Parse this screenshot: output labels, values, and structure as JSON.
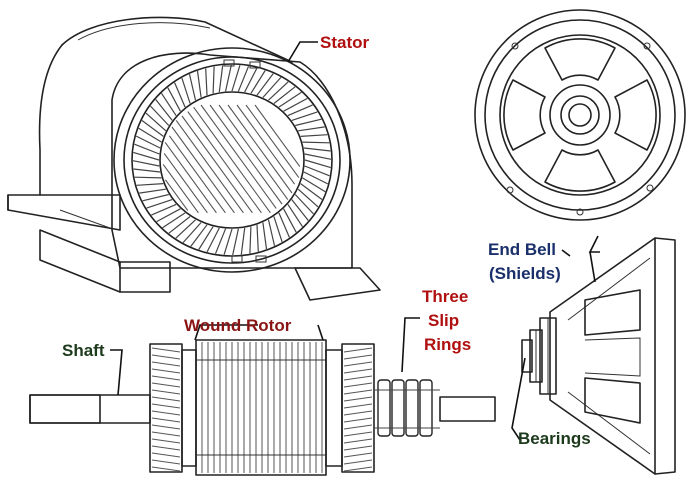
{
  "labels": {
    "stator": "Stator",
    "end_bell_line1": "End Bell",
    "end_bell_line2": "(Shields)",
    "three": "Three",
    "slip": "Slip",
    "rings": "Rings",
    "wound_rotor": "Wound Rotor",
    "shaft": "Shaft",
    "bearings": "Bearings"
  },
  "colors": {
    "red_label": "#b01010",
    "navy_label": "#1a2f6b",
    "green_label": "#1d3a1d",
    "ink": "#222222"
  }
}
